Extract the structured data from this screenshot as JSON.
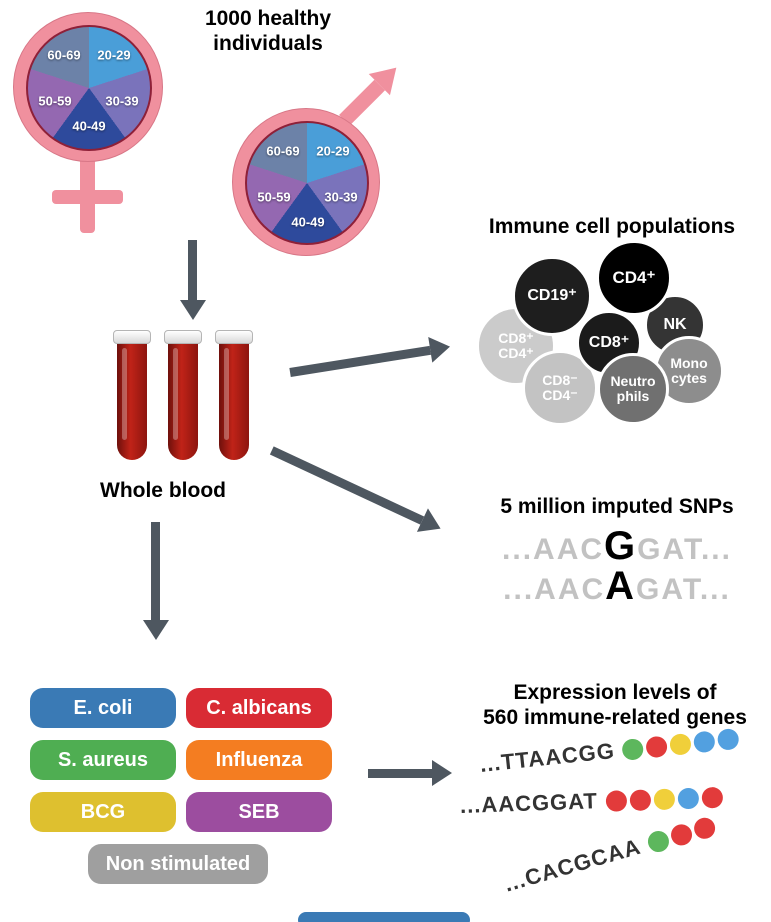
{
  "header": {
    "line1": "1000 healthy",
    "line2": "individuals"
  },
  "demographics": {
    "age_groups": [
      {
        "label": "20-29",
        "color": "#4a9ed8"
      },
      {
        "label": "30-39",
        "color": "#7a73bb"
      },
      {
        "label": "40-49",
        "color": "#2e4a9c"
      },
      {
        "label": "50-59",
        "color": "#9468b1"
      },
      {
        "label": "60-69",
        "color": "#6c82a8"
      }
    ]
  },
  "blood": {
    "label": "Whole blood"
  },
  "immune_cells": {
    "heading": "Immune cell populations",
    "cells": [
      {
        "line1": "CD19⁺",
        "color": "#1e1e1e"
      },
      {
        "line1": "CD4⁺",
        "color": "#000000"
      },
      {
        "line1": "NK",
        "color": "#343434"
      },
      {
        "line1": "CD8⁺",
        "color": "#1b1b1b"
      },
      {
        "line1": "CD8⁺",
        "line2": "CD4⁺",
        "color": "#cbcbcb"
      },
      {
        "line1": "Mono",
        "line2": "cytes",
        "color": "#8d8d8d"
      },
      {
        "line1": "CD8⁻",
        "line2": "CD4⁻",
        "color": "#c3c3c3"
      },
      {
        "line1": "Neutro",
        "line2": "phils",
        "color": "#707070"
      }
    ]
  },
  "snps": {
    "heading": "5 million imputed SNPs",
    "lines": [
      {
        "prefix": "...AAC",
        "variant": "G",
        "suffix": "GAT..."
      },
      {
        "prefix": "...AAC",
        "variant": "A",
        "suffix": "GAT..."
      }
    ]
  },
  "stimuli": {
    "items": [
      {
        "label": "E. coli",
        "color": "#3a7ab5"
      },
      {
        "label": "C. albicans",
        "color": "#d92b34"
      },
      {
        "label": "S. aureus",
        "color": "#4fae52"
      },
      {
        "label": "Influenza",
        "color": "#f47d21"
      },
      {
        "label": "BCG",
        "color": "#dec02f"
      },
      {
        "label": "SEB",
        "color": "#9c4d9f"
      },
      {
        "label": "Non stimulated",
        "color": "#9f9f9f"
      }
    ]
  },
  "expression": {
    "heading_line1": "Expression levels of",
    "heading_line2": "560 immune-related genes",
    "strands": [
      {
        "sequence": "...TTAACGG",
        "dots": [
          "#5db75d",
          "#e23b3b",
          "#f0cf3a",
          "#52a0e0",
          "#52a0e0"
        ]
      },
      {
        "sequence": "...AACGGAT",
        "dots": [
          "#e23b3b",
          "#e23b3b",
          "#f0cf3a",
          "#52a0e0",
          "#e23b3b"
        ]
      },
      {
        "sequence": "...CACGCAA",
        "dots": [
          "#5db75d",
          "#e23b3b",
          "#e23b3b"
        ]
      }
    ]
  },
  "colors": {
    "symbol_pink": "#f0909e",
    "arrow": "#4e5760",
    "blood": "#c02318",
    "pie_border": "#8e2038",
    "cutoff": "#3a7ab5"
  }
}
